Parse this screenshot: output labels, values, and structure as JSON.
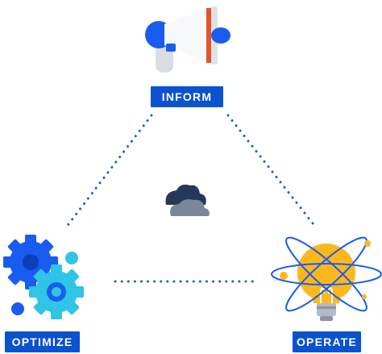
{
  "nodes": {
    "inform": {
      "label": "INFORM",
      "icon": "megaphone-icon"
    },
    "optimize": {
      "label": "OPTIMIZE",
      "icon": "gears-icon"
    },
    "operate": {
      "label": "OPERATE",
      "icon": "atom-lightbulb-icon"
    }
  },
  "center_icon": "cloud-icon",
  "colors": {
    "label_bg": "#0b52d0",
    "label_text": "#ffffff",
    "connector": "#1f5fd6",
    "gear_blue": "#1a5cf0",
    "gear_cyan": "#2ec5e6",
    "bulb_yellow": "#ffb81c",
    "cloud_dark": "#253858",
    "cloud_light": "#7a869a",
    "megaphone_red": "#e2542c"
  }
}
